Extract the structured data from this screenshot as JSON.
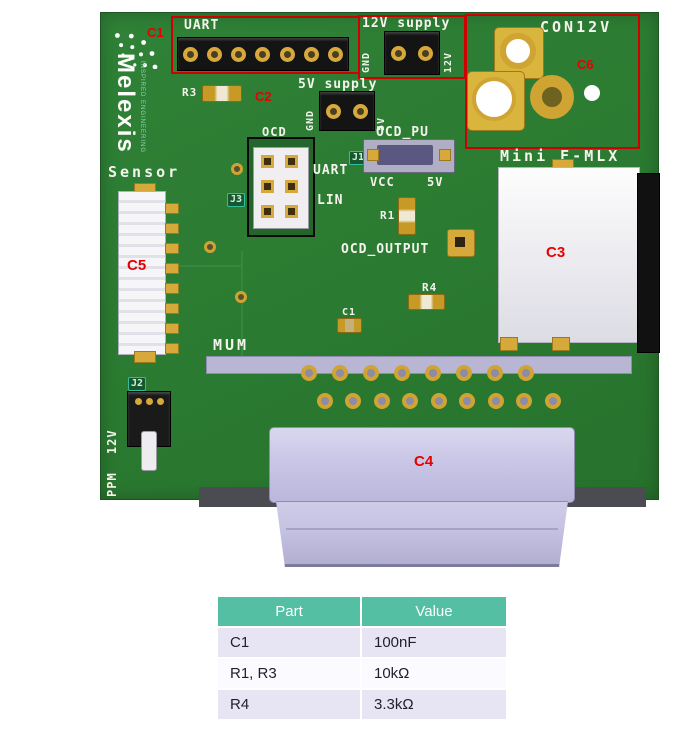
{
  "logo": {
    "brand": "Melexis",
    "tagline": "INSPIRED ENGINEERING"
  },
  "silkscreen": {
    "sensor": "Sensor",
    "uart": "UART",
    "supply_12v": "12V supply",
    "supply_5v": "5V supply",
    "con12v": "CON12V",
    "gnd": "GND",
    "v12": "12V",
    "v5": "5V",
    "vcc": "VCC",
    "ocd": "OCD",
    "ocd_pu": "OCD_PU",
    "ocd_output": "OCD_OUTPUT",
    "uart_sel": "UART",
    "lin_sel": "LIN",
    "mini_emlx": "Mini E-MLX",
    "mum": "MUM",
    "ppm_12v": "PPM 12V",
    "r1": "R1",
    "r3": "R3",
    "r4": "R4",
    "c1": "C1",
    "j1": "J1",
    "j2": "J2",
    "j3": "J3"
  },
  "annotations": {
    "c1": "C1",
    "c2": "C2",
    "c3": "C3",
    "c4": "C4",
    "c5": "C5",
    "c6": "C6"
  },
  "table": {
    "headers": [
      "Part",
      "Value"
    ],
    "rows": [
      [
        "C1",
        "100nF"
      ],
      [
        "R1, R3",
        "10kΩ"
      ],
      [
        "R4",
        "3.3kΩ"
      ]
    ]
  },
  "colors": {
    "pcb_green": "#2b7a31",
    "gold": "#cfa433",
    "annotation_red": "#e80000",
    "connector_lavender": "#c9c6e6",
    "table_header_teal": "#55bfa3"
  }
}
